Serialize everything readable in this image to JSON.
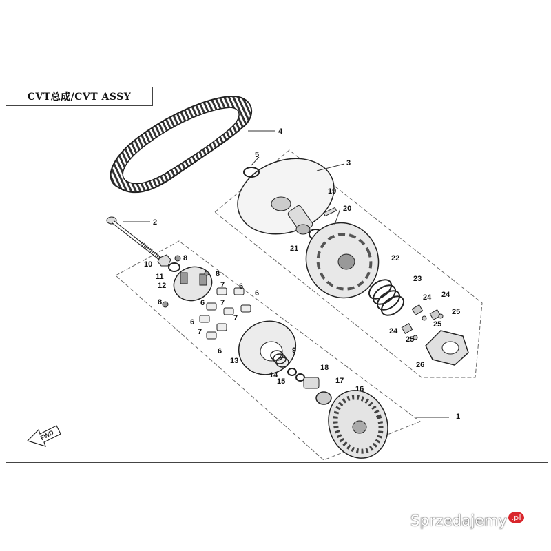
{
  "diagram": {
    "title": "CVT总成/CVT ASSY",
    "fwd_label": "FWD",
    "callouts": [
      "1",
      "2",
      "3",
      "4",
      "5",
      "6",
      "6",
      "6",
      "6",
      "6",
      "7",
      "7",
      "7",
      "7",
      "8",
      "8",
      "8",
      "9",
      "10",
      "11",
      "12",
      "13",
      "14",
      "15",
      "16",
      "17",
      "18",
      "19",
      "20",
      "21",
      "22",
      "23",
      "24",
      "24",
      "24",
      "25",
      "25",
      "25",
      "26"
    ]
  },
  "watermark": {
    "text": "Sprzedajemy",
    "suffix": ".pl"
  }
}
